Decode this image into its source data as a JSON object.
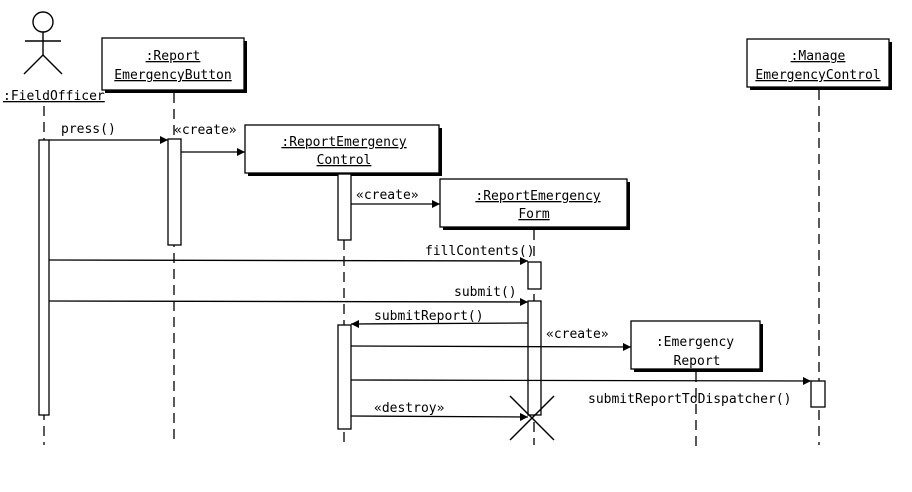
{
  "actor": {
    "label": ":FieldOfficer"
  },
  "objects": {
    "report_button": {
      "line1": ":Report",
      "line2": "EmergencyButton"
    },
    "report_control": {
      "line1": ":ReportEmergency",
      "line2": "Control"
    },
    "report_form": {
      "line1": ":ReportEmergency",
      "line2": "Form"
    },
    "emergency_report": {
      "line1": ":Emergency",
      "line2": "Report"
    },
    "manage_control": {
      "line1": ":Manage",
      "line2": "EmergencyControl"
    }
  },
  "messages": {
    "press": "press()",
    "create_control": "«create»",
    "create_form": "«create»",
    "fill_contents": "fillContents()",
    "submit": "submit()",
    "submit_report": "submitReport()",
    "create_report": "«create»",
    "submit_to_dispatcher": "submitReportToDispatcher()",
    "destroy": "«destroy»"
  }
}
